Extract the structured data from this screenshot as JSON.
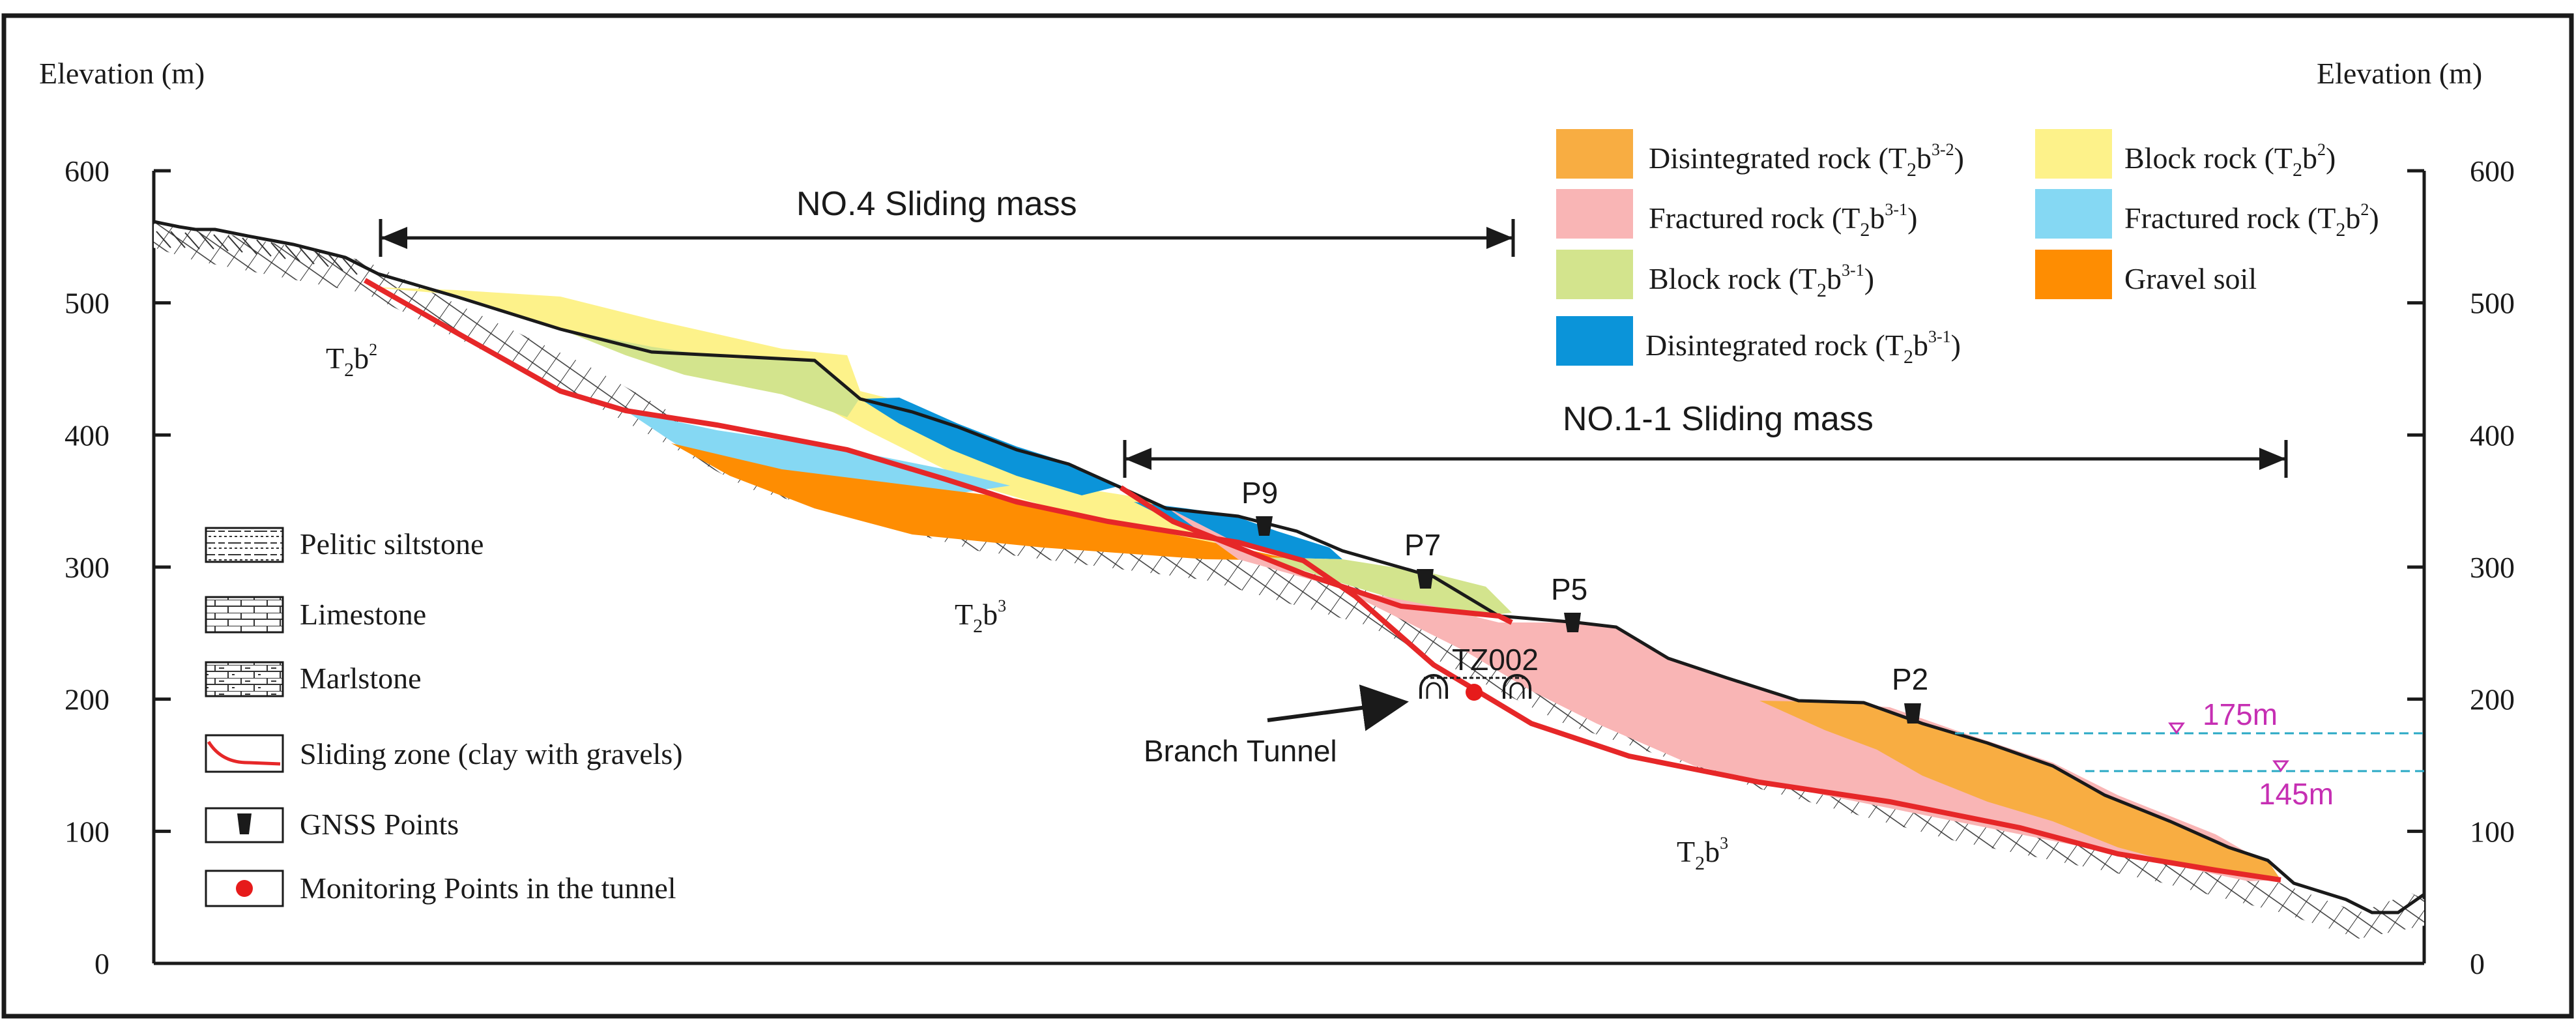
{
  "axes": {
    "left_title": "Elevation (m)",
    "right_title": "Elevation (m)",
    "ticks": [
      "0",
      "100",
      "200",
      "300",
      "400",
      "500",
      "600"
    ],
    "ylim": [
      0,
      600
    ]
  },
  "masses": {
    "no4": "NO.4 Sliding mass",
    "no11": "NO.1-1 Sliding mass"
  },
  "strata": {
    "t2b2": {
      "main": "T",
      "sub": "2",
      "mid": "b",
      "sup": "2"
    },
    "t2b3_a": {
      "main": "T",
      "sub": "2",
      "mid": "b",
      "sup": "3"
    },
    "t2b3_b": {
      "main": "T",
      "sub": "2",
      "mid": "b",
      "sup": "3"
    }
  },
  "points": {
    "p9": "P9",
    "p7": "P7",
    "p5": "P5",
    "p2": "P2",
    "tz002": "TZ002",
    "branch_tunnel": "Branch Tunnel"
  },
  "water_levels": {
    "w175": "175m",
    "w145": "145m",
    "color": "#c62fb3"
  },
  "legend_top": {
    "item1": {
      "prefix": "Disintegrated rock (T",
      "sub": "2",
      "mid": "b",
      "sup": "3-2",
      "suffix": ")",
      "color": "#f8ad42"
    },
    "item2": {
      "prefix": "Block rock (T",
      "sub": "2",
      "mid": "b",
      "sup": "2",
      "suffix": ")",
      "color": "#fdf28a"
    },
    "item3": {
      "prefix": "Fractured rock (T",
      "sub": "2",
      "mid": "b",
      "sup": "3-1",
      "suffix": ")",
      "color": "#f9b5b5"
    },
    "item4": {
      "prefix": "Fractured rock (T",
      "sub": "2",
      "mid": "b",
      "sup": "2",
      "suffix": ")",
      "color": "#85d8f3"
    },
    "item5": {
      "prefix": "Block rock (T",
      "sub": "2",
      "mid": "b",
      "sup": "3-1",
      "suffix": ")",
      "color": "#d3e48d"
    },
    "item6": {
      "prefix": "Gravel soil",
      "sub": "",
      "mid": "",
      "sup": "",
      "suffix": "",
      "color": "#fe8d02"
    },
    "item7": {
      "prefix": "Disintegrated rock (T",
      "sub": "2",
      "mid": "b",
      "sup": "3-1",
      "suffix": ")",
      "color": "#0b94d9"
    }
  },
  "legend_left": {
    "pelitic": "Pelitic siltstone",
    "limestone": "Limestone",
    "marlstone": "Marlstone",
    "sliding_zone": "Sliding zone (clay with gravels)",
    "gnss": "GNSS Points",
    "monitoring": "Monitoring Points in the tunnel"
  },
  "colors": {
    "sliding_zone": "#e62728",
    "monitoring_point": "#e61b1b",
    "frame": "#1a1a1a"
  }
}
